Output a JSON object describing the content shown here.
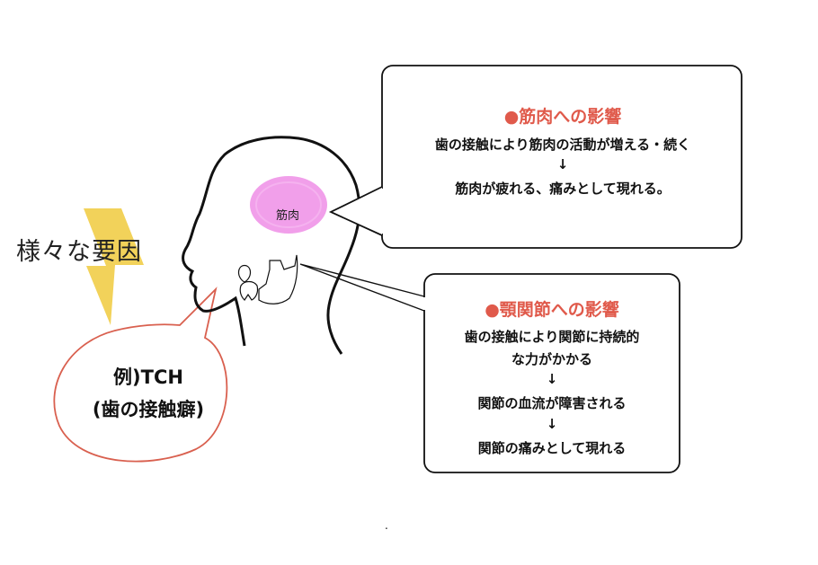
{
  "factors_label": "様々な要因",
  "tch_bubble": {
    "line1": "例)TCH",
    "line2": "(歯の接触癖)"
  },
  "muscle_label": "筋肉",
  "muscle_callout": {
    "title": "●筋肉への影響",
    "line1": "歯の接触により筋肉の活動が増える・続く",
    "arrow1": "↓",
    "line2": "筋肉が疲れる、痛みとして現れる。"
  },
  "joint_callout": {
    "title": "●顎関節への影響",
    "line1": "歯の接触により関節に持続的",
    "line2": "な力がかかる",
    "arrow1": "↓",
    "line3": "関節の血流が障害される",
    "arrow2": "↓",
    "line4": "関節の痛みとして現れる"
  },
  "footer_dot": ".",
  "colors": {
    "lightning": "#f2d25a",
    "bubble_stroke": "#d9604f",
    "accent_red": "#e05a4b",
    "muscle_pink": "#ef8ee6",
    "line": "#111111"
  }
}
